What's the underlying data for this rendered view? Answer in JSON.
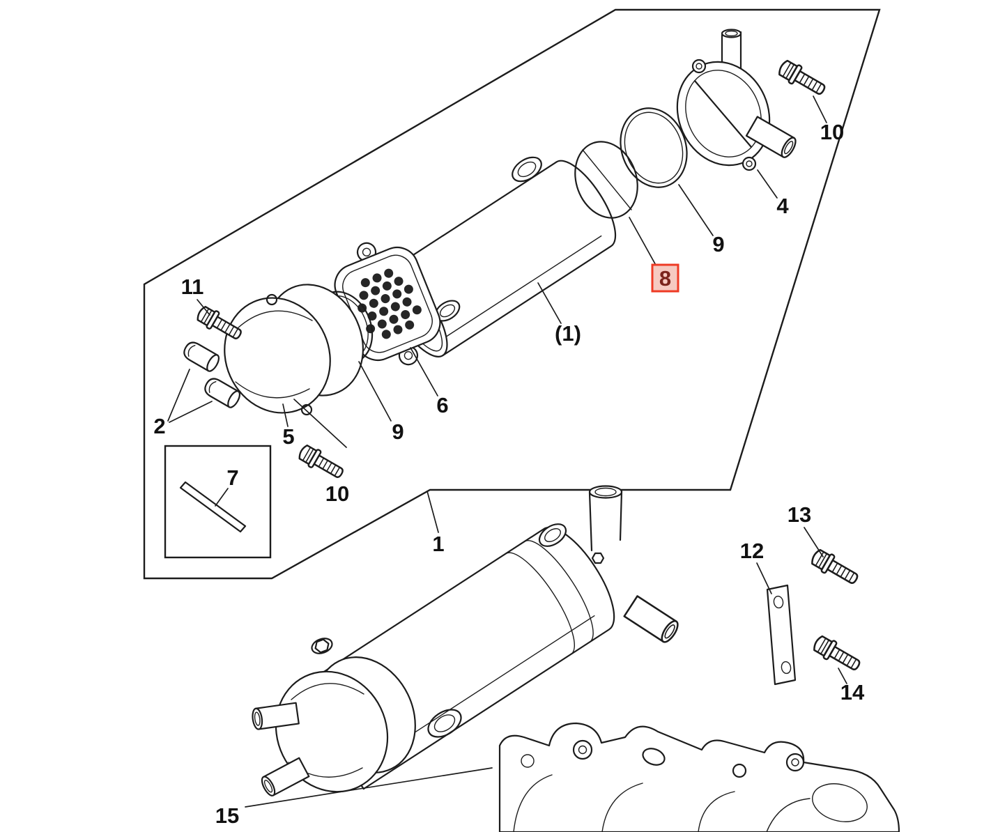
{
  "diagram": {
    "type": "exploded-parts-diagram",
    "highlighted_callout": "8",
    "colors": {
      "background": "#ffffff",
      "line": "#1c1c1c",
      "text": "#111111",
      "highlight_fill": "#f6cac1",
      "highlight_stroke": "#ee3b25",
      "highlight_text": "#7b241c"
    },
    "callouts": [
      {
        "text": "11"
      },
      {
        "text": "2"
      },
      {
        "text": "5"
      },
      {
        "text": "9"
      },
      {
        "text": "6"
      },
      {
        "text": "10"
      },
      {
        "text": "7"
      },
      {
        "text": "(1)"
      },
      {
        "text": "8",
        "highlighted": true
      },
      {
        "text": "9"
      },
      {
        "text": "4"
      },
      {
        "text": "10"
      },
      {
        "text": "1"
      },
      {
        "text": "12"
      },
      {
        "text": "13"
      },
      {
        "text": "14"
      },
      {
        "text": "15"
      }
    ]
  }
}
